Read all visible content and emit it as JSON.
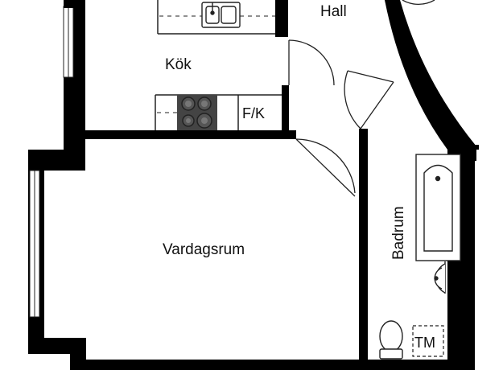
{
  "floorplan": {
    "rooms": {
      "kitchen": "Kök",
      "hall": "Hall",
      "living_room": "Vardagsrum",
      "bathroom": "Badrum"
    },
    "fixtures": {
      "fridge_freezer": "F/K",
      "washer": "TM"
    },
    "colors": {
      "wall": "#000000",
      "stove": "#444444",
      "line": "#222222",
      "background": "#ffffff"
    }
  }
}
